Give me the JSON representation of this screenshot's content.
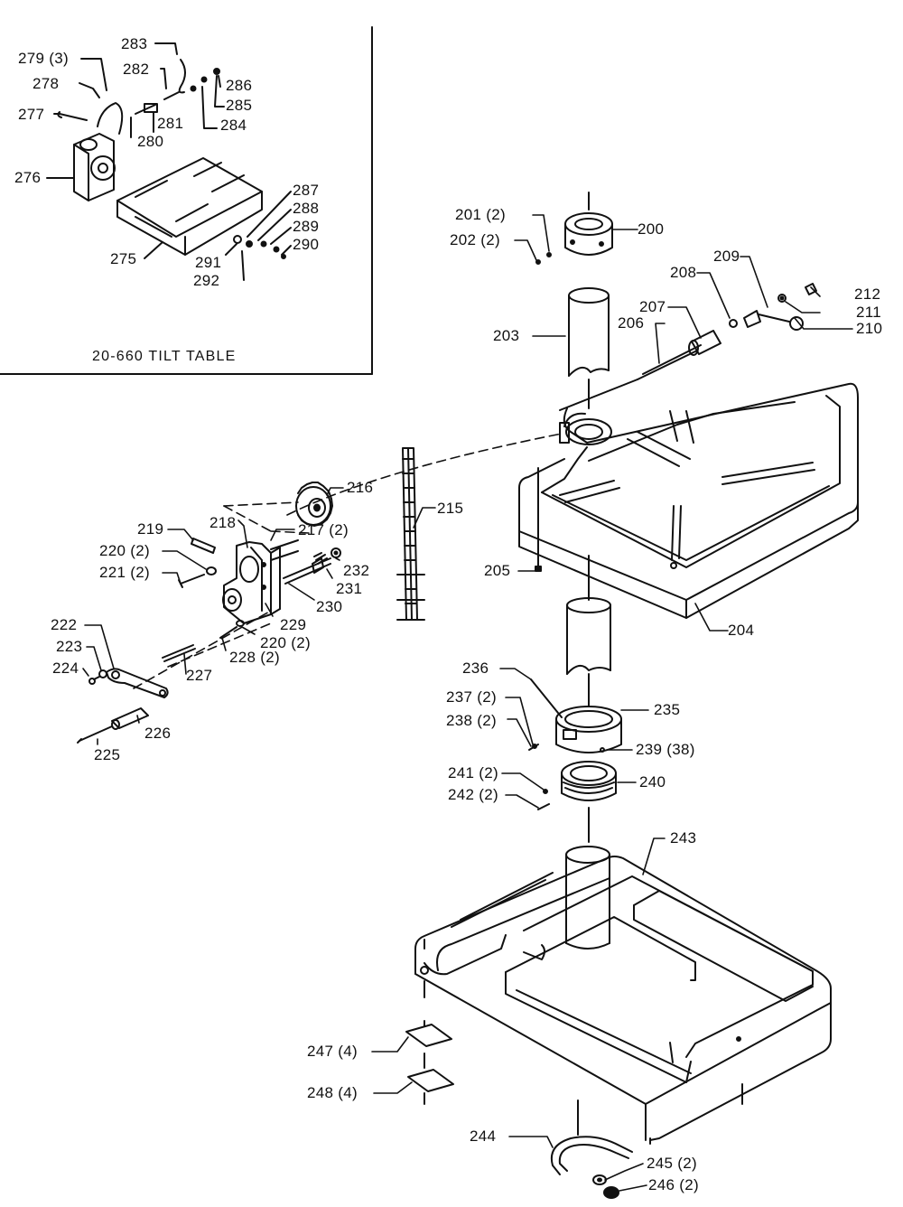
{
  "inset": {
    "title": "20-660 TILT TABLE",
    "labels": {
      "l275": "275",
      "l276": "276",
      "l277": "277",
      "l278": "278",
      "l279": "279 (3)",
      "l280": "280",
      "l281": "281",
      "l282": "282",
      "l283": "283",
      "l284": "284",
      "l285": "285",
      "l286": "286",
      "l287": "287",
      "l288": "288",
      "l289": "289",
      "l290": "290",
      "l291": "291",
      "l292": "292"
    }
  },
  "labels": {
    "l200": "200",
    "l201": "201 (2)",
    "l202": "202 (2)",
    "l203": "203",
    "l204": "204",
    "l205": "205",
    "l206": "206",
    "l207": "207",
    "l208": "208",
    "l209": "209",
    "l210": "210",
    "l211": "211",
    "l212": "212",
    "l215": "215",
    "l216": "216",
    "l217": "217 (2)",
    "l218": "218",
    "l219": "219",
    "l220a": "220 (2)",
    "l220b": "220 (2)",
    "l221": "221 (2)",
    "l222": "222",
    "l223": "223",
    "l224": "224",
    "l225": "225",
    "l226": "226",
    "l227": "227",
    "l228": "228 (2)",
    "l229": "229",
    "l230": "230",
    "l231": "231",
    "l232": "232",
    "l235": "235",
    "l236": "236",
    "l237": "237 (2)",
    "l238": "238 (2)",
    "l239": "239 (38)",
    "l240": "240",
    "l241": "241 (2)",
    "l242": "242 (2)",
    "l243": "243",
    "l244": "244",
    "l245": "245 (2)",
    "l246": "246 (2)",
    "l247": "247 (4)",
    "l248": "248 (4)"
  }
}
